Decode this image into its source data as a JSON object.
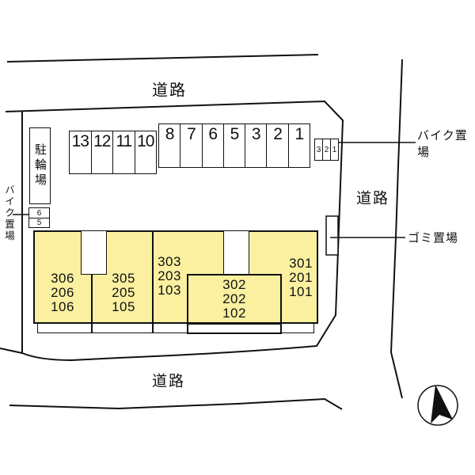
{
  "colors": {
    "unit_fill": "#FAF0A0",
    "line": "#111111"
  },
  "roads": {
    "top": "道路",
    "right": "道路",
    "bottom": "道路"
  },
  "labels": {
    "bicycle_shed": "駐輪場",
    "bike_storage_left": "バイク置場",
    "bike_storage_right": "バイク置場",
    "garbage_area": "ゴミ置場"
  },
  "parking": {
    "upper_row": [
      "13",
      "12",
      "11",
      "10"
    ],
    "main_row": [
      "8",
      "7",
      "6",
      "5",
      "3",
      "2",
      "1"
    ],
    "bike_row_right": [
      "3",
      "2",
      "1"
    ],
    "bike_row_left": [
      "6",
      "5"
    ]
  },
  "building": {
    "units": [
      {
        "name": "unit-306",
        "lines": [
          "306",
          "206",
          "106"
        ]
      },
      {
        "name": "unit-305",
        "lines": [
          "305",
          "205",
          "105"
        ]
      },
      {
        "name": "unit-303",
        "lines": [
          "303",
          "203",
          "103"
        ]
      },
      {
        "name": "unit-302",
        "lines": [
          "302",
          "202",
          "102"
        ]
      },
      {
        "name": "unit-301",
        "lines": [
          "301",
          "201",
          "101"
        ]
      }
    ]
  },
  "icons": {
    "compass": "north-arrow",
    "stairs": "staircase-up-arrow"
  }
}
